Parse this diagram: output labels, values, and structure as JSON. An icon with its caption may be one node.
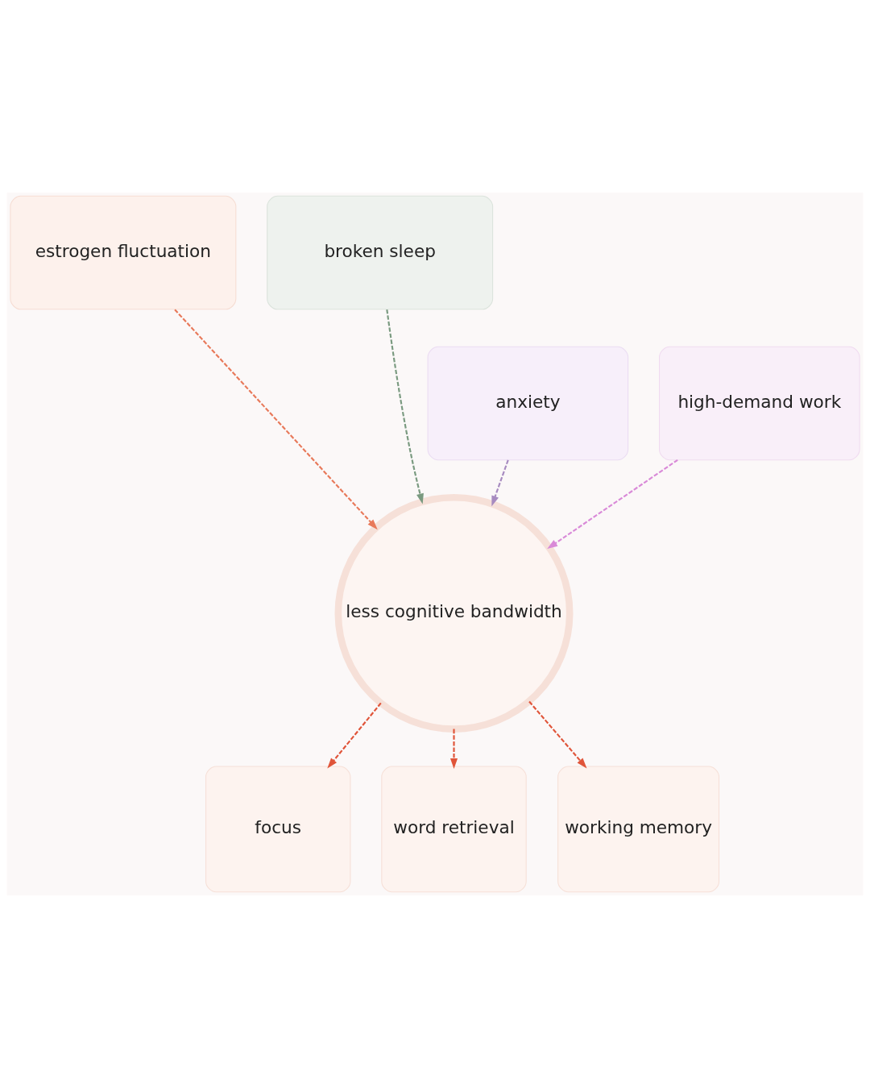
{
  "diagram": {
    "nodes": [
      {
        "text": [
          "estrogen fluctuation"
        ]
      },
      {
        "text": [
          "broken sleep"
        ]
      },
      {
        "text": [
          "anxiety"
        ]
      },
      {
        "text": [
          "high-demand work"
        ]
      },
      {
        "text": [
          "less cognitive bandwidth"
        ]
      },
      {
        "text": [
          "focus"
        ]
      },
      {
        "text": [
          "word retrieval"
        ]
      },
      {
        "text": [
          "working memory"
        ]
      }
    ],
    "edges": [
      {
        "from": 0,
        "to": 4,
        "arrow": "to",
        "style": "dashed",
        "color": "#e8795a"
      },
      {
        "from": 1,
        "to": 4,
        "arrow": "to",
        "style": "dashed",
        "color": "#7a9a80"
      },
      {
        "from": 2,
        "to": 4,
        "arrow": "to",
        "style": "dashed",
        "color": "#a78bc0"
      },
      {
        "from": 3,
        "to": 4,
        "arrow": "to",
        "style": "dashed",
        "color": "#d98ad8"
      },
      {
        "from": 4,
        "to": 5,
        "arrow": "to",
        "style": "dashed",
        "color": "#e0553a"
      },
      {
        "from": 4,
        "to": 6,
        "arrow": "to",
        "style": "dashed",
        "color": "#e0553a"
      },
      {
        "from": 4,
        "to": 7,
        "arrow": "to",
        "style": "dashed",
        "color": "#e0553a"
      }
    ]
  }
}
